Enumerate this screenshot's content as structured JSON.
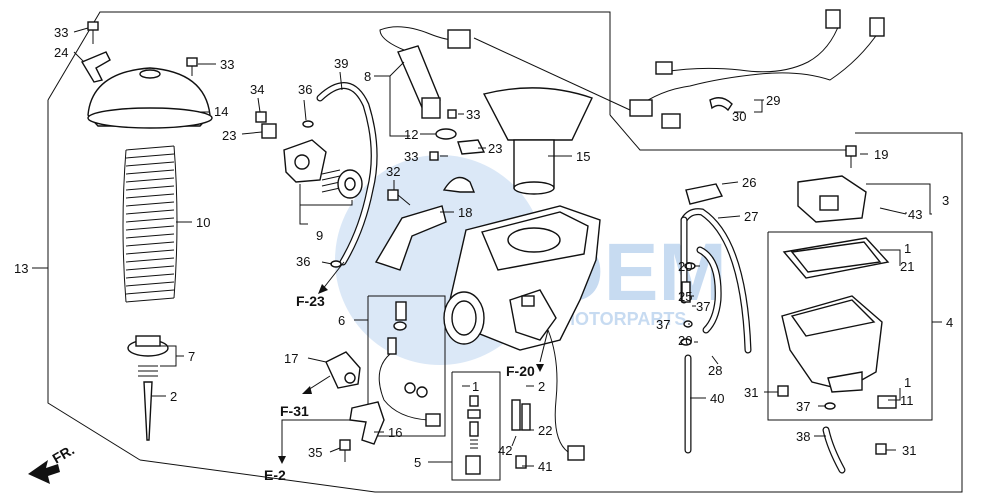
{
  "watermark": {
    "brand": "OEM",
    "sub": "MOTORPARTS"
  },
  "refs": {
    "f23": "F-23",
    "f31": "F-31",
    "f20": "F-20",
    "e2": "E-2",
    "fr": "FR."
  },
  "callouts": {
    "c33a": "33",
    "c24": "24",
    "c33b": "33",
    "c14": "14",
    "c34": "34",
    "c23a": "23",
    "c10": "10",
    "c13": "13",
    "c7": "7",
    "c2a": "2",
    "c36a": "36",
    "c39": "39",
    "c9": "9",
    "c36b": "36",
    "c8": "8",
    "c12": "12",
    "c33c": "33",
    "c33d": "33",
    "c23b": "23",
    "c15": "15",
    "c32": "32",
    "c18": "18",
    "c6": "6",
    "c17": "17",
    "c16": "16",
    "c35": "35",
    "c1a": "1",
    "c5": "5",
    "c2b": "2",
    "c22": "22",
    "c42": "42",
    "c41": "41",
    "c29": "29",
    "c30": "30",
    "c19": "19",
    "c26": "26",
    "c27": "27",
    "c3": "3",
    "c43": "43",
    "c1b": "1",
    "c21": "21",
    "c20a": "20",
    "c25": "25",
    "c37a": "37",
    "c37b": "37",
    "c20b": "20",
    "c4": "4",
    "c28": "28",
    "c40": "40",
    "c31a": "31",
    "c1c": "1",
    "c11": "11",
    "c37c": "37",
    "c38": "38",
    "c31b": "31"
  }
}
